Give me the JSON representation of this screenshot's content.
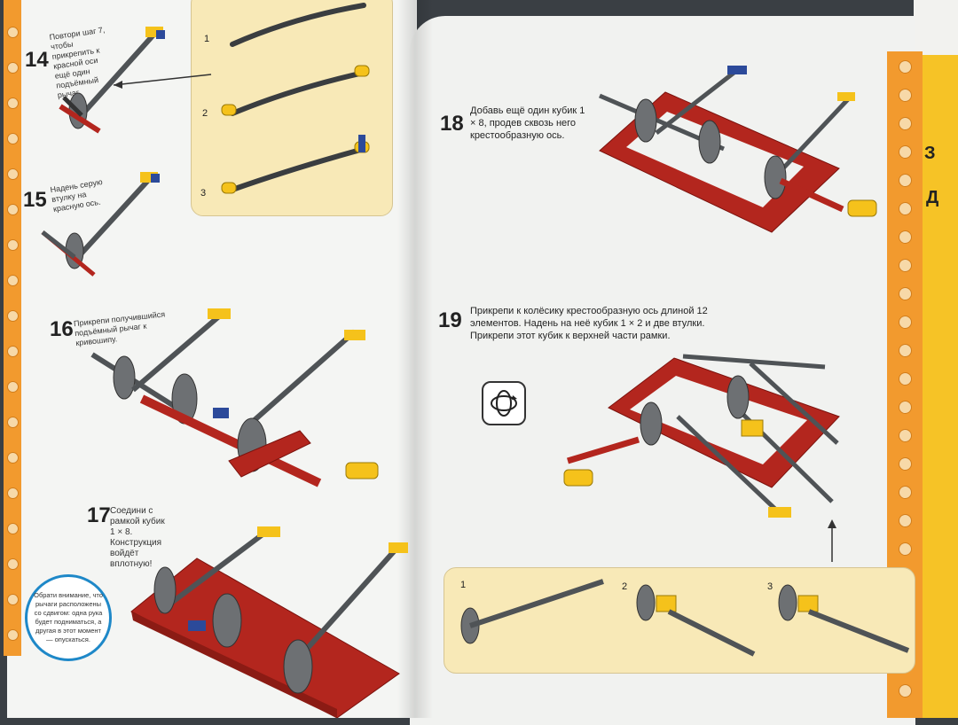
{
  "left_page": {
    "steps": [
      {
        "number": "14",
        "text": "Повтори шаг 7, чтобы прикрепить к красной оси ещё один подъёмный рычаг."
      },
      {
        "number": "15",
        "text": "Надень серую втулку на красную ось."
      },
      {
        "number": "16",
        "text": "Прикрепи получившийся подъёмный рычаг к кривошипу."
      },
      {
        "number": "17",
        "text": "Соедини с рамкой кубик 1 × 8. Конструкция войдёт вплотную!"
      }
    ],
    "panel_labels": [
      "1",
      "2",
      "3"
    ],
    "callout": "Обрати внимание, что рычаги расположены со сдвигом: одна рука будет подниматься, а другая в этот момент — опускаться."
  },
  "right_page": {
    "steps": [
      {
        "number": "18",
        "text": "Добавь ещё один кубик 1 × 8, продев сквозь него крестообразную ось."
      },
      {
        "number": "19",
        "text": "Прикрепи к колёсику крестообразную ось длиной 12 элементов. Надень на неё кубик 1 × 2 и две втулки. Прикрепи этот кубик к верхней части рамки."
      }
    ],
    "panel_labels": [
      "1",
      "2",
      "3"
    ],
    "rotate_icon": "rotate-model-icon",
    "edge_letters": [
      "З",
      "Д"
    ]
  },
  "colors": {
    "orange": "#f29a2e",
    "panel": "#f8e9b7",
    "callout_ring": "#1e88c8",
    "brick_red": "#b3261e",
    "axle_gray": "#4f5356",
    "yellow": "#f5c21b",
    "blue": "#2c4a9a"
  }
}
